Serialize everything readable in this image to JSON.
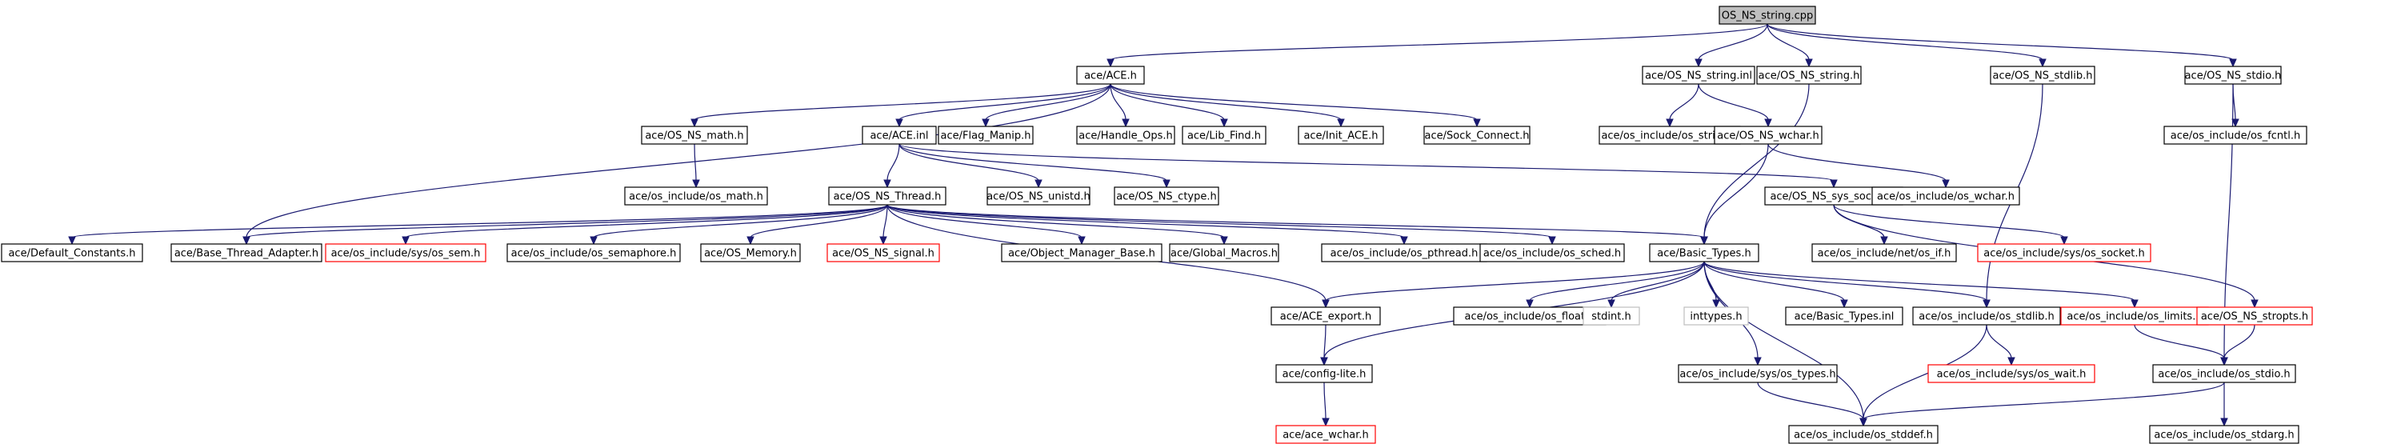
{
  "colors": {
    "edge": "#191970",
    "border_normal": "#000000",
    "border_incomplete": "#ff0000",
    "border_external": "#bfbfbf",
    "root_fill": "#bfbfbf",
    "node_fill": "#ffffff"
  },
  "nodes": [
    {
      "id": "root",
      "label": "OS_NS_string.cpp",
      "kind": "root"
    },
    {
      "id": "ace_h",
      "label": "ace/ACE.h",
      "kind": "normal"
    },
    {
      "id": "string_inl",
      "label": "ace/OS_NS_string.inl",
      "kind": "normal"
    },
    {
      "id": "string_h",
      "label": "ace/OS_NS_string.h",
      "kind": "normal"
    },
    {
      "id": "stdlib_h",
      "label": "ace/OS_NS_stdlib.h",
      "kind": "normal"
    },
    {
      "id": "stdio_h",
      "label": "ace/OS_NS_stdio.h",
      "kind": "normal"
    },
    {
      "id": "math_h",
      "label": "ace/OS_NS_math.h",
      "kind": "normal"
    },
    {
      "id": "ace_inl",
      "label": "ace/ACE.inl",
      "kind": "normal"
    },
    {
      "id": "flag_manip",
      "label": "ace/Flag_Manip.h",
      "kind": "normal"
    },
    {
      "id": "handle_ops",
      "label": "ace/Handle_Ops.h",
      "kind": "normal"
    },
    {
      "id": "lib_find",
      "label": "ace/Lib_Find.h",
      "kind": "normal"
    },
    {
      "id": "init_ace",
      "label": "ace/Init_ACE.h",
      "kind": "normal"
    },
    {
      "id": "sock_connect",
      "label": "ace/Sock_Connect.h",
      "kind": "normal"
    },
    {
      "id": "os_string",
      "label": "ace/os_include/os_string.h",
      "kind": "normal"
    },
    {
      "id": "wchar_h",
      "label": "ace/OS_NS_wchar.h",
      "kind": "normal"
    },
    {
      "id": "os_fcntl",
      "label": "ace/os_include/os_fcntl.h",
      "kind": "normal"
    },
    {
      "id": "os_math",
      "label": "ace/os_include/os_math.h",
      "kind": "normal"
    },
    {
      "id": "thread_h",
      "label": "ace/OS_NS_Thread.h",
      "kind": "normal"
    },
    {
      "id": "unistd_h",
      "label": "ace/OS_NS_unistd.h",
      "kind": "normal"
    },
    {
      "id": "ctype_h",
      "label": "ace/OS_NS_ctype.h",
      "kind": "normal"
    },
    {
      "id": "sys_socket_h",
      "label": "ace/OS_NS_sys_socket.h",
      "kind": "normal"
    },
    {
      "id": "os_wchar",
      "label": "ace/os_include/os_wchar.h",
      "kind": "normal"
    },
    {
      "id": "default_constants",
      "label": "ace/Default_Constants.h",
      "kind": "normal"
    },
    {
      "id": "base_thread_adapter",
      "label": "ace/Base_Thread_Adapter.h",
      "kind": "normal"
    },
    {
      "id": "os_sem",
      "label": "ace/os_include/sys/os_sem.h",
      "kind": "incomplete"
    },
    {
      "id": "os_semaphore",
      "label": "ace/os_include/os_semaphore.h",
      "kind": "normal"
    },
    {
      "id": "os_memory",
      "label": "ace/OS_Memory.h",
      "kind": "normal"
    },
    {
      "id": "signal_h",
      "label": "ace/OS_NS_signal.h",
      "kind": "incomplete"
    },
    {
      "id": "object_manager_base",
      "label": "ace/Object_Manager_Base.h",
      "kind": "normal"
    },
    {
      "id": "global_macros",
      "label": "ace/Global_Macros.h",
      "kind": "normal"
    },
    {
      "id": "os_pthread",
      "label": "ace/os_include/os_pthread.h",
      "kind": "normal"
    },
    {
      "id": "os_sched",
      "label": "ace/os_include/os_sched.h",
      "kind": "normal"
    },
    {
      "id": "basic_types_h",
      "label": "ace/Basic_Types.h",
      "kind": "normal"
    },
    {
      "id": "os_if",
      "label": "ace/os_include/net/os_if.h",
      "kind": "normal"
    },
    {
      "id": "os_socket",
      "label": "ace/os_include/sys/os_socket.h",
      "kind": "incomplete"
    },
    {
      "id": "ace_export",
      "label": "ace/ACE_export.h",
      "kind": "normal"
    },
    {
      "id": "os_float",
      "label": "ace/os_include/os_float.h",
      "kind": "normal"
    },
    {
      "id": "stdint",
      "label": "stdint.h",
      "kind": "external"
    },
    {
      "id": "inttypes",
      "label": "inttypes.h",
      "kind": "external"
    },
    {
      "id": "basic_types_inl",
      "label": "ace/Basic_Types.inl",
      "kind": "normal"
    },
    {
      "id": "os_stdlib",
      "label": "ace/os_include/os_stdlib.h",
      "kind": "normal"
    },
    {
      "id": "os_limits",
      "label": "ace/os_include/os_limits.h",
      "kind": "incomplete"
    },
    {
      "id": "stropts_h",
      "label": "ace/OS_NS_stropts.h",
      "kind": "incomplete"
    },
    {
      "id": "config_lite",
      "label": "ace/config-lite.h",
      "kind": "normal"
    },
    {
      "id": "os_types",
      "label": "ace/os_include/sys/os_types.h",
      "kind": "normal"
    },
    {
      "id": "os_wait",
      "label": "ace/os_include/sys/os_wait.h",
      "kind": "incomplete"
    },
    {
      "id": "os_stdio",
      "label": "ace/os_include/os_stdio.h",
      "kind": "normal"
    },
    {
      "id": "ace_wchar",
      "label": "ace/ace_wchar.h",
      "kind": "incomplete"
    },
    {
      "id": "os_stddef",
      "label": "ace/os_include/os_stddef.h",
      "kind": "normal"
    },
    {
      "id": "os_stdarg",
      "label": "ace/os_include/os_stdarg.h",
      "kind": "normal"
    }
  ],
  "edges": [
    [
      "root",
      "ace_h"
    ],
    [
      "root",
      "string_inl"
    ],
    [
      "root",
      "string_h"
    ],
    [
      "root",
      "stdlib_h"
    ],
    [
      "root",
      "stdio_h"
    ],
    [
      "ace_h",
      "math_h"
    ],
    [
      "ace_h",
      "ace_inl"
    ],
    [
      "ace_h",
      "flag_manip"
    ],
    [
      "ace_h",
      "handle_ops"
    ],
    [
      "ace_h",
      "lib_find"
    ],
    [
      "ace_h",
      "init_ace"
    ],
    [
      "ace_h",
      "sock_connect"
    ],
    [
      "ace_h",
      "base_thread_adapter"
    ],
    [
      "string_inl",
      "os_string"
    ],
    [
      "string_inl",
      "wchar_h"
    ],
    [
      "string_h",
      "basic_types_h"
    ],
    [
      "stdlib_h",
      "os_stdlib"
    ],
    [
      "stdio_h",
      "os_fcntl"
    ],
    [
      "stdio_h",
      "os_stdio"
    ],
    [
      "math_h",
      "os_math"
    ],
    [
      "ace_inl",
      "thread_h"
    ],
    [
      "ace_inl",
      "unistd_h"
    ],
    [
      "ace_inl",
      "ctype_h"
    ],
    [
      "ace_inl",
      "sys_socket_h"
    ],
    [
      "wchar_h",
      "os_wchar"
    ],
    [
      "wchar_h",
      "basic_types_h"
    ],
    [
      "sys_socket_h",
      "os_if"
    ],
    [
      "sys_socket_h",
      "os_socket"
    ],
    [
      "sys_socket_h",
      "stropts_h"
    ],
    [
      "thread_h",
      "default_constants"
    ],
    [
      "thread_h",
      "base_thread_adapter"
    ],
    [
      "thread_h",
      "os_sem"
    ],
    [
      "thread_h",
      "os_semaphore"
    ],
    [
      "thread_h",
      "os_memory"
    ],
    [
      "thread_h",
      "signal_h"
    ],
    [
      "thread_h",
      "object_manager_base"
    ],
    [
      "thread_h",
      "global_macros"
    ],
    [
      "thread_h",
      "os_pthread"
    ],
    [
      "thread_h",
      "os_sched"
    ],
    [
      "thread_h",
      "basic_types_h"
    ],
    [
      "thread_h",
      "ace_export"
    ],
    [
      "basic_types_h",
      "ace_export"
    ],
    [
      "basic_types_h",
      "os_float"
    ],
    [
      "basic_types_h",
      "stdint"
    ],
    [
      "basic_types_h",
      "inttypes"
    ],
    [
      "basic_types_h",
      "basic_types_inl"
    ],
    [
      "basic_types_h",
      "os_stdlib"
    ],
    [
      "basic_types_h",
      "os_limits"
    ],
    [
      "basic_types_h",
      "config_lite"
    ],
    [
      "basic_types_h",
      "os_types"
    ],
    [
      "basic_types_h",
      "os_stddef"
    ],
    [
      "ace_export",
      "config_lite"
    ],
    [
      "config_lite",
      "ace_wchar"
    ],
    [
      "os_stdlib",
      "os_wait"
    ],
    [
      "os_stdlib",
      "os_stddef"
    ],
    [
      "os_limits",
      "os_stdio"
    ],
    [
      "stropts_h",
      "os_stdio"
    ],
    [
      "os_types",
      "os_stddef"
    ],
    [
      "os_stdio",
      "os_stddef"
    ],
    [
      "os_stdio",
      "os_stdarg"
    ]
  ]
}
